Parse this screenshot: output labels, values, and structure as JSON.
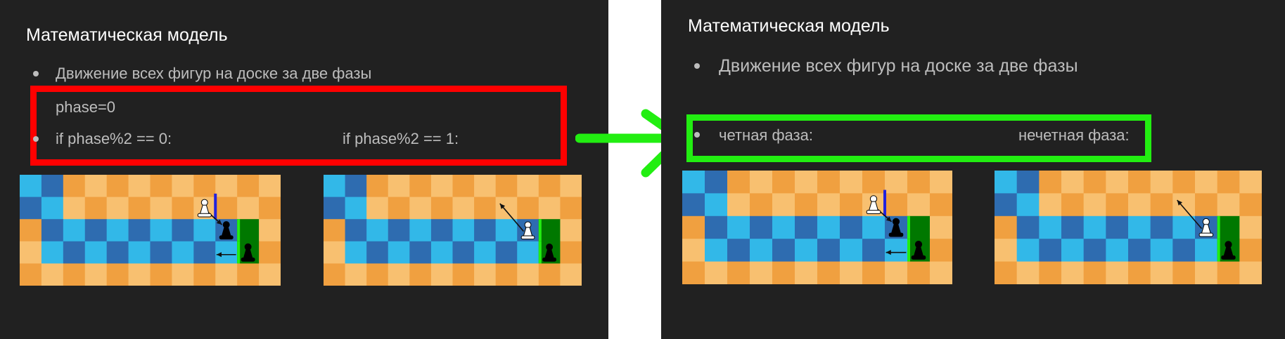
{
  "left_slide": {
    "title": "Математическая модель",
    "bullet1": "Движение всех фигур на доске за две фазы",
    "init_line": "phase=0",
    "cond_even": "if phase%2 == 0:",
    "cond_odd": "if phase%2 == 1:"
  },
  "right_slide": {
    "title": "Математическая модель",
    "bullet1": "Движение всех фигур на доске за две фазы",
    "label_even": "четная фаза:",
    "label_odd": "нечетная фаза:"
  },
  "colors": {
    "slide_background": "#212121",
    "left_highlight": "#ff0000",
    "right_highlight": "#22ee11",
    "arrow": "#22ee11",
    "board_orange_dark": "#f0a040",
    "board_orange_light": "#f8c070",
    "board_blue_dark": "#2e6cb0",
    "board_blue_light": "#32b8e8",
    "target_green": "#007800"
  },
  "boards": {
    "rows": [
      "BBOOOOOOOOOO",
      "BBOOOOOOOOOO",
      "OBBBBBBBBBGO",
      "OBBBBBBBBBGO",
      "OOOOOOOOOOOO"
    ],
    "even_pieces": [
      {
        "piece": "white-pawn",
        "col": 8,
        "row": 1
      },
      {
        "piece": "black-pawn",
        "col": 9,
        "row": 2
      },
      {
        "piece": "black-pawn",
        "col": 10,
        "row": 3
      }
    ],
    "odd_pieces": [
      {
        "piece": "white-pawn",
        "col": 9,
        "row": 2
      },
      {
        "piece": "black-pawn",
        "col": 10,
        "row": 3
      }
    ]
  }
}
